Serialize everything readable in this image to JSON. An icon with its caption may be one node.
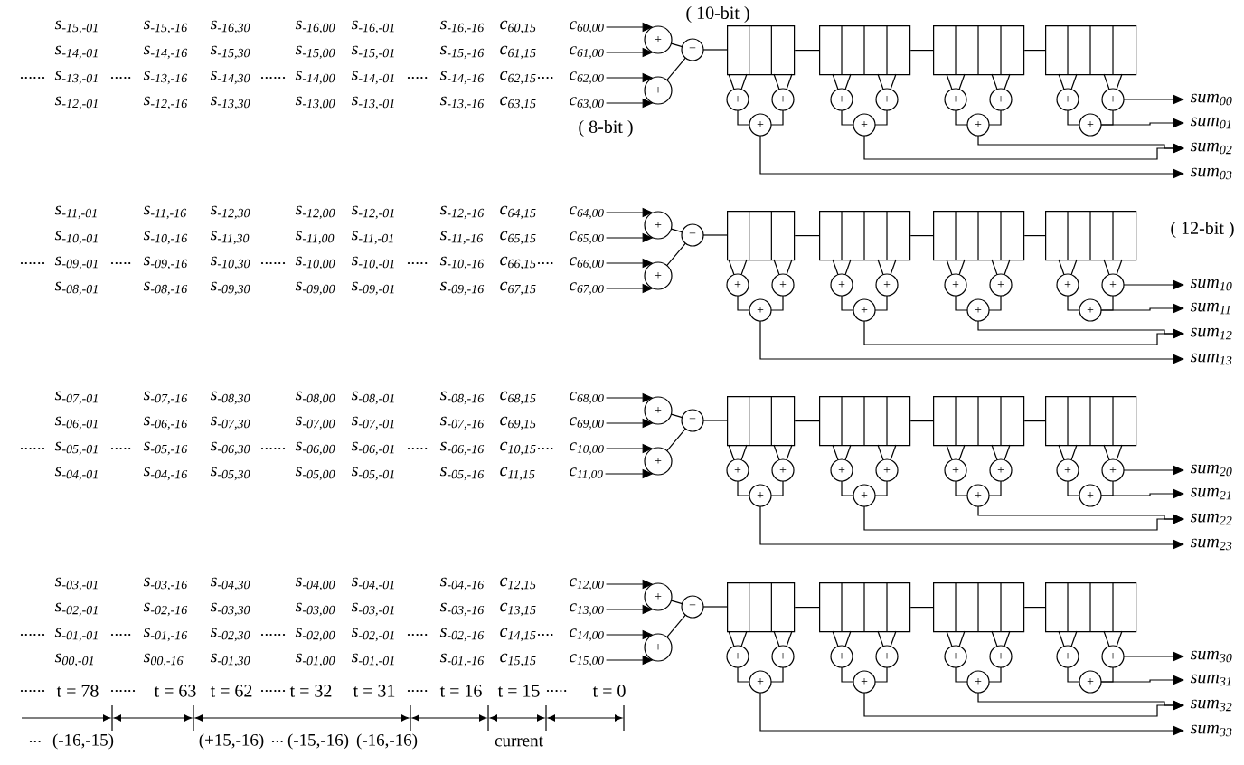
{
  "diagram": {
    "nodes": [
      {
        "text": [
          "c$_{60,00}$"
        ]
      },
      {
        "text": [
          "c$_{61,00}$"
        ]
      },
      {
        "text": [
          "c$_{62,00}$"
        ]
      },
      {
        "text": [
          "c$_{63,00}$"
        ]
      },
      {
        "text": [
          "+"
        ]
      },
      {
        "text": [
          "+"
        ]
      },
      {
        "text": [
          "−"
        ]
      },
      {
        "text": [],
        "shape": "box"
      },
      {
        "text": [
          "+"
        ]
      },
      {
        "text": [
          "+"
        ]
      },
      {
        "text": [
          "+"
        ]
      },
      {
        "text": [],
        "shape": "box"
      },
      {
        "text": [
          "+"
        ]
      },
      {
        "text": [
          "+"
        ]
      },
      {
        "text": [
          "+"
        ]
      },
      {
        "text": [],
        "shape": "box"
      },
      {
        "text": [
          "+"
        ]
      },
      {
        "text": [
          "+"
        ]
      },
      {
        "text": [
          "+"
        ]
      },
      {
        "text": [],
        "shape": "box"
      },
      {
        "text": [
          "+"
        ]
      },
      {
        "text": [
          "+"
        ]
      },
      {
        "text": [
          "+"
        ]
      },
      {
        "text": [
          "sum$_{00}$"
        ]
      },
      {
        "text": [
          "sum$_{01}$"
        ]
      },
      {
        "text": [
          "sum$_{02}$"
        ]
      },
      {
        "text": [
          "sum$_{03}$"
        ]
      },
      {
        "text": [
          "c$_{64,00}$"
        ]
      },
      {
        "text": [
          "c$_{65,00}$"
        ]
      },
      {
        "text": [
          "c$_{66,00}$"
        ]
      },
      {
        "text": [
          "c$_{67,00}$"
        ]
      },
      {
        "text": [
          "+"
        ]
      },
      {
        "text": [
          "+"
        ]
      },
      {
        "text": [
          "−"
        ]
      },
      {
        "text": [],
        "shape": "box"
      },
      {
        "text": [
          "+"
        ]
      },
      {
        "text": [
          "+"
        ]
      },
      {
        "text": [
          "+"
        ]
      },
      {
        "text": [],
        "shape": "box"
      },
      {
        "text": [
          "+"
        ]
      },
      {
        "text": [
          "+"
        ]
      },
      {
        "text": [
          "+"
        ]
      },
      {
        "text": [],
        "shape": "box"
      },
      {
        "text": [
          "+"
        ]
      },
      {
        "text": [
          "+"
        ]
      },
      {
        "text": [
          "+"
        ]
      },
      {
        "text": [],
        "shape": "box"
      },
      {
        "text": [
          "+"
        ]
      },
      {
        "text": [
          "+"
        ]
      },
      {
        "text": [
          "+"
        ]
      },
      {
        "text": [
          "sum$_{10}$"
        ]
      },
      {
        "text": [
          "sum$_{11}$"
        ]
      },
      {
        "text": [
          "sum$_{12}$"
        ]
      },
      {
        "text": [
          "sum$_{13}$"
        ]
      },
      {
        "text": [
          "c$_{68,00}$"
        ]
      },
      {
        "text": [
          "c$_{69,00}$"
        ]
      },
      {
        "text": [
          "c$_{10,00}$"
        ]
      },
      {
        "text": [
          "c$_{11,00}$"
        ]
      },
      {
        "text": [
          "+"
        ]
      },
      {
        "text": [
          "+"
        ]
      },
      {
        "text": [
          "−"
        ]
      },
      {
        "text": [],
        "shape": "box"
      },
      {
        "text": [
          "+"
        ]
      },
      {
        "text": [
          "+"
        ]
      },
      {
        "text": [
          "+"
        ]
      },
      {
        "text": [],
        "shape": "box"
      },
      {
        "text": [
          "+"
        ]
      },
      {
        "text": [
          "+"
        ]
      },
      {
        "text": [
          "+"
        ]
      },
      {
        "text": [],
        "shape": "box"
      },
      {
        "text": [
          "+"
        ]
      },
      {
        "text": [
          "+"
        ]
      },
      {
        "text": [
          "+"
        ]
      },
      {
        "text": [],
        "shape": "box"
      },
      {
        "text": [
          "+"
        ]
      },
      {
        "text": [
          "+"
        ]
      },
      {
        "text": [
          "+"
        ]
      },
      {
        "text": [
          "sum$_{20}$"
        ]
      },
      {
        "text": [
          "sum$_{21}$"
        ]
      },
      {
        "text": [
          "sum$_{22}$"
        ]
      },
      {
        "text": [
          "sum$_{23}$"
        ]
      },
      {
        "text": [
          "c$_{12,00}$"
        ]
      },
      {
        "text": [
          "c$_{13,00}$"
        ]
      },
      {
        "text": [
          "c$_{14,00}$"
        ]
      },
      {
        "text": [
          "c$_{15,00}$"
        ]
      },
      {
        "text": [
          "+"
        ]
      },
      {
        "text": [
          "+"
        ]
      },
      {
        "text": [
          "−"
        ]
      },
      {
        "text": [],
        "shape": "box"
      },
      {
        "text": [
          "+"
        ]
      },
      {
        "text": [
          "+"
        ]
      },
      {
        "text": [
          "+"
        ]
      },
      {
        "text": [],
        "shape": "box"
      },
      {
        "text": [
          "+"
        ]
      },
      {
        "text": [
          "+"
        ]
      },
      {
        "text": [
          "+"
        ]
      },
      {
        "text": [],
        "shape": "box"
      },
      {
        "text": [
          "+"
        ]
      },
      {
        "text": [
          "+"
        ]
      },
      {
        "text": [
          "+"
        ]
      },
      {
        "text": [],
        "shape": "box"
      },
      {
        "text": [
          "+"
        ]
      },
      {
        "text": [
          "+"
        ]
      },
      {
        "text": [
          "+"
        ]
      },
      {
        "text": [
          "sum$_{30}$"
        ]
      },
      {
        "text": [
          "sum$_{31}$"
        ]
      },
      {
        "text": [
          "sum$_{32}$"
        ]
      },
      {
        "text": [
          "sum$_{33}$"
        ]
      }
    ],
    "edges": [
      {
        "from": 0,
        "to": 4,
        "arrow": "to"
      },
      {
        "from": 1,
        "to": 4,
        "arrow": "to"
      },
      {
        "from": 2,
        "to": 5,
        "arrow": "to"
      },
      {
        "from": 3,
        "to": 5,
        "arrow": "to"
      },
      {
        "from": 4,
        "to": 6,
        "arrow": "none"
      },
      {
        "from": 5,
        "to": 6,
        "arrow": "none"
      },
      {
        "from": 6,
        "to": 7,
        "arrow": "none"
      },
      {
        "from": 7,
        "to": 11,
        "arrow": "none"
      },
      {
        "from": 11,
        "to": 15,
        "arrow": "none"
      },
      {
        "from": 15,
        "to": 19,
        "arrow": "none"
      },
      {
        "from": 7,
        "to": 8,
        "arrow": "none"
      },
      {
        "from": 7,
        "to": 8,
        "arrow": "none"
      },
      {
        "from": 7,
        "to": 9,
        "arrow": "none"
      },
      {
        "from": 7,
        "to": 9,
        "arrow": "none"
      },
      {
        "from": 8,
        "to": 10,
        "arrow": "none"
      },
      {
        "from": 9,
        "to": 10,
        "arrow": "none"
      },
      {
        "from": 11,
        "to": 12,
        "arrow": "none"
      },
      {
        "from": 11,
        "to": 12,
        "arrow": "none"
      },
      {
        "from": 11,
        "to": 13,
        "arrow": "none"
      },
      {
        "from": 11,
        "to": 13,
        "arrow": "none"
      },
      {
        "from": 12,
        "to": 14,
        "arrow": "none"
      },
      {
        "from": 13,
        "to": 14,
        "arrow": "none"
      },
      {
        "from": 15,
        "to": 16,
        "arrow": "none"
      },
      {
        "from": 15,
        "to": 16,
        "arrow": "none"
      },
      {
        "from": 15,
        "to": 17,
        "arrow": "none"
      },
      {
        "from": 15,
        "to": 17,
        "arrow": "none"
      },
      {
        "from": 16,
        "to": 18,
        "arrow": "none"
      },
      {
        "from": 17,
        "to": 18,
        "arrow": "none"
      },
      {
        "from": 19,
        "to": 20,
        "arrow": "none"
      },
      {
        "from": 19,
        "to": 20,
        "arrow": "none"
      },
      {
        "from": 19,
        "to": 21,
        "arrow": "none"
      },
      {
        "from": 19,
        "to": 21,
        "arrow": "none"
      },
      {
        "from": 20,
        "to": 22,
        "arrow": "none"
      },
      {
        "from": 21,
        "to": 22,
        "arrow": "none"
      },
      {
        "from": 21,
        "to": 23,
        "arrow": "to"
      },
      {
        "from": 22,
        "to": 24,
        "arrow": "to"
      },
      {
        "from": 18,
        "to": 25,
        "arrow": "to"
      },
      {
        "from": 14,
        "to": 25,
        "arrow": "to"
      },
      {
        "from": 10,
        "to": 26,
        "arrow": "to"
      },
      {
        "from": 27,
        "to": 31,
        "arrow": "to"
      },
      {
        "from": 28,
        "to": 31,
        "arrow": "to"
      },
      {
        "from": 29,
        "to": 32,
        "arrow": "to"
      },
      {
        "from": 30,
        "to": 32,
        "arrow": "to"
      },
      {
        "from": 31,
        "to": 33,
        "arrow": "none"
      },
      {
        "from": 32,
        "to": 33,
        "arrow": "none"
      },
      {
        "from": 33,
        "to": 34,
        "arrow": "none"
      },
      {
        "from": 34,
        "to": 38,
        "arrow": "none"
      },
      {
        "from": 38,
        "to": 42,
        "arrow": "none"
      },
      {
        "from": 42,
        "to": 46,
        "arrow": "none"
      },
      {
        "from": 34,
        "to": 35,
        "arrow": "none"
      },
      {
        "from": 34,
        "to": 35,
        "arrow": "none"
      },
      {
        "from": 34,
        "to": 36,
        "arrow": "none"
      },
      {
        "from": 34,
        "to": 36,
        "arrow": "none"
      },
      {
        "from": 35,
        "to": 37,
        "arrow": "none"
      },
      {
        "from": 36,
        "to": 37,
        "arrow": "none"
      },
      {
        "from": 38,
        "to": 39,
        "arrow": "none"
      },
      {
        "from": 38,
        "to": 39,
        "arrow": "none"
      },
      {
        "from": 38,
        "to": 40,
        "arrow": "none"
      },
      {
        "from": 38,
        "to": 40,
        "arrow": "none"
      },
      {
        "from": 39,
        "to": 41,
        "arrow": "none"
      },
      {
        "from": 40,
        "to": 41,
        "arrow": "none"
      },
      {
        "from": 42,
        "to": 43,
        "arrow": "none"
      },
      {
        "from": 42,
        "to": 43,
        "arrow": "none"
      },
      {
        "from": 42,
        "to": 44,
        "arrow": "none"
      },
      {
        "from": 42,
        "to": 44,
        "arrow": "none"
      },
      {
        "from": 43,
        "to": 45,
        "arrow": "none"
      },
      {
        "from": 44,
        "to": 45,
        "arrow": "none"
      },
      {
        "from": 46,
        "to": 47,
        "arrow": "none"
      },
      {
        "from": 46,
        "to": 47,
        "arrow": "none"
      },
      {
        "from": 46,
        "to": 48,
        "arrow": "none"
      },
      {
        "from": 46,
        "to": 48,
        "arrow": "none"
      },
      {
        "from": 47,
        "to": 49,
        "arrow": "none"
      },
      {
        "from": 48,
        "to": 49,
        "arrow": "none"
      },
      {
        "from": 48,
        "to": 50,
        "arrow": "to"
      },
      {
        "from": 49,
        "to": 51,
        "arrow": "to"
      },
      {
        "from": 45,
        "to": 52,
        "arrow": "to"
      },
      {
        "from": 41,
        "to": 52,
        "arrow": "to"
      },
      {
        "from": 37,
        "to": 53,
        "arrow": "to"
      },
      {
        "from": 54,
        "to": 58,
        "arrow": "to"
      },
      {
        "from": 55,
        "to": 58,
        "arrow": "to"
      },
      {
        "from": 56,
        "to": 59,
        "arrow": "to"
      },
      {
        "from": 57,
        "to": 59,
        "arrow": "to"
      },
      {
        "from": 58,
        "to": 60,
        "arrow": "none"
      },
      {
        "from": 59,
        "to": 60,
        "arrow": "none"
      },
      {
        "from": 60,
        "to": 61,
        "arrow": "none"
      },
      {
        "from": 61,
        "to": 65,
        "arrow": "none"
      },
      {
        "from": 65,
        "to": 69,
        "arrow": "none"
      },
      {
        "from": 69,
        "to": 73,
        "arrow": "none"
      },
      {
        "from": 61,
        "to": 62,
        "arrow": "none"
      },
      {
        "from": 61,
        "to": 62,
        "arrow": "none"
      },
      {
        "from": 61,
        "to": 63,
        "arrow": "none"
      },
      {
        "from": 61,
        "to": 63,
        "arrow": "none"
      },
      {
        "from": 62,
        "to": 64,
        "arrow": "none"
      },
      {
        "from": 63,
        "to": 64,
        "arrow": "none"
      },
      {
        "from": 65,
        "to": 66,
        "arrow": "none"
      },
      {
        "from": 65,
        "to": 66,
        "arrow": "none"
      },
      {
        "from": 65,
        "to": 67,
        "arrow": "none"
      },
      {
        "from": 65,
        "to": 67,
        "arrow": "none"
      },
      {
        "from": 66,
        "to": 68,
        "arrow": "none"
      },
      {
        "from": 67,
        "to": 68,
        "arrow": "none"
      },
      {
        "from": 69,
        "to": 70,
        "arrow": "none"
      },
      {
        "from": 69,
        "to": 70,
        "arrow": "none"
      },
      {
        "from": 69,
        "to": 71,
        "arrow": "none"
      },
      {
        "from": 69,
        "to": 71,
        "arrow": "none"
      },
      {
        "from": 70,
        "to": 72,
        "arrow": "none"
      },
      {
        "from": 71,
        "to": 72,
        "arrow": "none"
      },
      {
        "from": 73,
        "to": 74,
        "arrow": "none"
      },
      {
        "from": 73,
        "to": 74,
        "arrow": "none"
      },
      {
        "from": 73,
        "to": 75,
        "arrow": "none"
      },
      {
        "from": 73,
        "to": 75,
        "arrow": "none"
      },
      {
        "from": 74,
        "to": 76,
        "arrow": "none"
      },
      {
        "from": 75,
        "to": 76,
        "arrow": "none"
      },
      {
        "from": 75,
        "to": 77,
        "arrow": "to"
      },
      {
        "from": 76,
        "to": 78,
        "arrow": "to"
      },
      {
        "from": 72,
        "to": 79,
        "arrow": "to"
      },
      {
        "from": 68,
        "to": 79,
        "arrow": "to"
      },
      {
        "from": 64,
        "to": 80,
        "arrow": "to"
      },
      {
        "from": 81,
        "to": 85,
        "arrow": "to"
      },
      {
        "from": 82,
        "to": 85,
        "arrow": "to"
      },
      {
        "from": 83,
        "to": 86,
        "arrow": "to"
      },
      {
        "from": 84,
        "to": 86,
        "arrow": "to"
      },
      {
        "from": 85,
        "to": 87,
        "arrow": "none"
      },
      {
        "from": 86,
        "to": 87,
        "arrow": "none"
      },
      {
        "from": 87,
        "to": 88,
        "arrow": "none"
      },
      {
        "from": 88,
        "to": 92,
        "arrow": "none"
      },
      {
        "from": 92,
        "to": 96,
        "arrow": "none"
      },
      {
        "from": 96,
        "to": 100,
        "arrow": "none"
      },
      {
        "from": 88,
        "to": 89,
        "arrow": "none"
      },
      {
        "from": 88,
        "to": 89,
        "arrow": "none"
      },
      {
        "from": 88,
        "to": 90,
        "arrow": "none"
      },
      {
        "from": 88,
        "to": 90,
        "arrow": "none"
      },
      {
        "from": 89,
        "to": 91,
        "arrow": "none"
      },
      {
        "from": 90,
        "to": 91,
        "arrow": "none"
      },
      {
        "from": 92,
        "to": 93,
        "arrow": "none"
      },
      {
        "from": 92,
        "to": 93,
        "arrow": "none"
      },
      {
        "from": 92,
        "to": 94,
        "arrow": "none"
      },
      {
        "from": 92,
        "to": 94,
        "arrow": "none"
      },
      {
        "from": 93,
        "to": 95,
        "arrow": "none"
      },
      {
        "from": 94,
        "to": 95,
        "arrow": "none"
      },
      {
        "from": 96,
        "to": 97,
        "arrow": "none"
      },
      {
        "from": 96,
        "to": 97,
        "arrow": "none"
      },
      {
        "from": 96,
        "to": 98,
        "arrow": "none"
      },
      {
        "from": 96,
        "to": 98,
        "arrow": "none"
      },
      {
        "from": 97,
        "to": 99,
        "arrow": "none"
      },
      {
        "from": 98,
        "to": 99,
        "arrow": "none"
      },
      {
        "from": 100,
        "to": 101,
        "arrow": "none"
      },
      {
        "from": 100,
        "to": 101,
        "arrow": "none"
      },
      {
        "from": 100,
        "to": 102,
        "arrow": "none"
      },
      {
        "from": 100,
        "to": 102,
        "arrow": "none"
      },
      {
        "from": 101,
        "to": 103,
        "arrow": "none"
      },
      {
        "from": 102,
        "to": 103,
        "arrow": "none"
      },
      {
        "from": 102,
        "to": 104,
        "arrow": "to"
      },
      {
        "from": 103,
        "to": 105,
        "arrow": "to"
      },
      {
        "from": 99,
        "to": 106,
        "arrow": "to"
      },
      {
        "from": 95,
        "to": 106,
        "arrow": "to"
      },
      {
        "from": 91,
        "to": 107,
        "arrow": "to"
      }
    ],
    "labels": [
      "( 10-bit )",
      "s$_{-15,-01}$",
      "s$_{-15,-16}$",
      "s$_{-16,30}$",
      "s$_{-16,00}$",
      "s$_{-16,-01}$",
      "s$_{-16,-16}$",
      "c$_{60,15}$",
      "s$_{-14,-01}$",
      "s$_{-14,-16}$",
      "s$_{-15,30}$",
      "s$_{-15,00}$",
      "s$_{-15,-01}$",
      "s$_{-15,-16}$",
      "c$_{61,15}$",
      "s$_{-13,-01}$",
      "s$_{-13,-16}$",
      "s$_{-14,30}$",
      "s$_{-14,00}$",
      "s$_{-14,-01}$",
      "s$_{-14,-16}$",
      "c$_{62,15}$",
      "s$_{-12,-01}$",
      "s$_{-12,-16}$",
      "s$_{-13,30}$",
      "s$_{-13,00}$",
      "s$_{-13,-01}$",
      "s$_{-13,-16}$",
      "c$_{63,15}$",
      "( 8-bit )",
      "s$_{-11,-01}$",
      "s$_{-11,-16}$",
      "s$_{-12,30}$",
      "s$_{-12,00}$",
      "s$_{-12,-01}$",
      "s$_{-12,-16}$",
      "c$_{64,15}$",
      "s$_{-10,-01}$",
      "s$_{-10,-16}$",
      "s$_{-11,30}$",
      "s$_{-11,00}$",
      "s$_{-11,-01}$",
      "s$_{-11,-16}$",
      "c$_{65,15}$",
      "s$_{-09,-01}$",
      "s$_{-09,-16}$",
      "s$_{-10,30}$",
      "s$_{-10,00}$",
      "s$_{-10,-01}$",
      "s$_{-10,-16}$",
      "c$_{66,15}$",
      "s$_{-08,-01}$",
      "s$_{-08,-16}$",
      "s$_{-09,30}$",
      "s$_{-09,00}$",
      "s$_{-09,-01}$",
      "s$_{-09,-16}$",
      "c$_{67,15}$",
      "( 12-bit )",
      "s$_{-07,-01}$",
      "s$_{-07,-16}$",
      "s$_{-08,30}$",
      "s$_{-08,00}$",
      "s$_{-08,-01}$",
      "s$_{-08,-16}$",
      "c$_{68,15}$",
      "s$_{-06,-01}$",
      "s$_{-06,-16}$",
      "s$_{-07,30}$",
      "s$_{-07,00}$",
      "s$_{-07,-01}$",
      "s$_{-07,-16}$",
      "c$_{69,15}$",
      "s$_{-05,-01}$",
      "s$_{-05,-16}$",
      "s$_{-06,30}$",
      "s$_{-06,00}$",
      "s$_{-06,-01}$",
      "s$_{-06,-16}$",
      "c$_{10,15}$",
      "s$_{-04,-01}$",
      "s$_{-04,-16}$",
      "s$_{-05,30}$",
      "s$_{-05,00}$",
      "s$_{-05,-01}$",
      "s$_{-05,-16}$",
      "c$_{11,15}$",
      "s$_{-03,-01}$",
      "s$_{-03,-16}$",
      "s$_{-04,30}$",
      "s$_{-04,00}$",
      "s$_{-04,-01}$",
      "s$_{-04,-16}$",
      "c$_{12,15}$",
      "s$_{-02,-01}$",
      "s$_{-02,-16}$",
      "s$_{-03,30}$",
      "s$_{-03,00}$",
      "s$_{-03,-01}$",
      "s$_{-03,-16}$",
      "c$_{13,15}$",
      "s$_{-01,-01}$",
      "s$_{-01,-16}$",
      "s$_{-02,30}$",
      "s$_{-02,00}$",
      "s$_{-02,-01}$",
      "s$_{-02,-16}$",
      "c$_{14,15}$",
      "s$_{00,-01}$",
      "s$_{00,-16}$",
      "s$_{-01,30}$",
      "s$_{-01,00}$",
      "s$_{-01,-01}$",
      "s$_{-01,-16}$",
      "c$_{15,15}$",
      "t = 78",
      "t = 63",
      "t = 62",
      "t = 32",
      "t = 31",
      "t = 16",
      "t = 15",
      "t = 0",
      "(-16,-15)",
      "(+15,-16)",
      "(-15,-16)",
      "(-16,-16)",
      "current"
    ]
  }
}
